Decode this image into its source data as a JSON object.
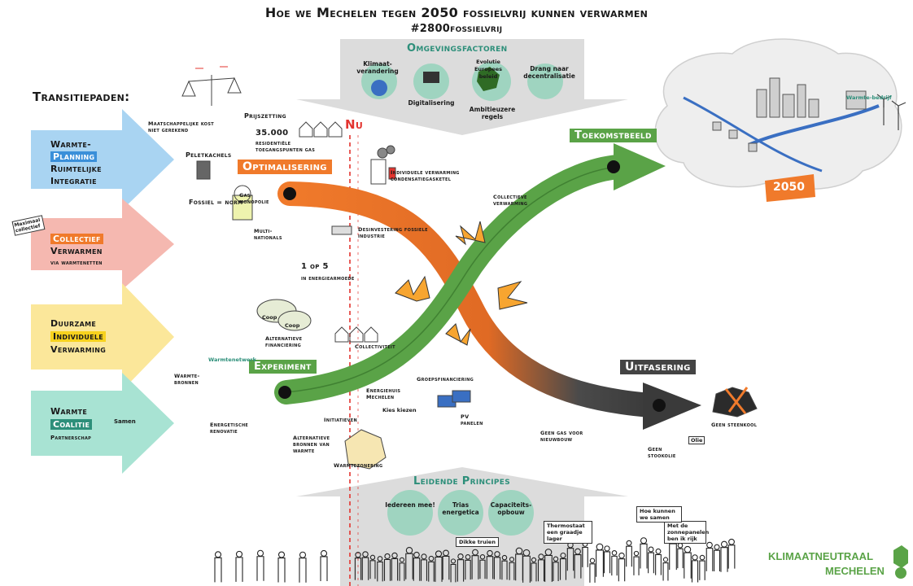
{
  "title": "Hoe we Mechelen tegen 2050 fossielvrij kunnen verwarmen",
  "hashtag": "#2800fossielvrij",
  "transitiepaden": {
    "heading": "Transitiepaden:",
    "paths": [
      {
        "line1": "Warmte-",
        "line2": "Planning",
        "line3": "Ruimtelijke",
        "line4": "Integratie",
        "color": "#a9d4f2"
      },
      {
        "line1": "Collectief",
        "line2": "Verwarmen",
        "line3": "via warmtenetten",
        "color": "#f5b8b0"
      },
      {
        "line1": "Duurzame",
        "line2": "Individuele",
        "line3": "Verwarming",
        "color": "#fbe79a"
      },
      {
        "line1": "Warmte",
        "line2": "Coalitie",
        "line3": "Partnerschap",
        "badge": "Samen",
        "color": "#a8e3d3"
      }
    ],
    "collectief_sign": "Maximaal collectief"
  },
  "omgevingsfactoren": {
    "heading": "Omgevingsfactoren",
    "items": [
      {
        "label": "Klimaat-verandering"
      },
      {
        "label": "Digitalisering"
      },
      {
        "label": "Evolutie Europees beleid",
        "sublabel": "Ambitieuzere regels"
      },
      {
        "label": "Drang naar decentralisatie"
      }
    ]
  },
  "nu_label": "Nu",
  "labels": {
    "optimalisering": "Optimalisering",
    "experiment": "Experiment",
    "toekomstbeeld": "Toekomstbeeld",
    "uitfasering": "Uitfasering",
    "year_2050": "2050",
    "prijszetting": "Prijszetting",
    "maatschappelijke_kost": "Maatschappelijke kost niet gerekend",
    "toegangspunten_number": "35.000",
    "toegangspunten_text": "residentiële toegangspunten gas",
    "peletkachels": "Peletkachels",
    "fossiel_norm": "Fossiel = norm",
    "gas_monopolie": "Gas-monopolie",
    "multinationals": "Multi-nationals",
    "individuele_verwarming": "Individuele verwarming condensatiegasketel",
    "desinvestering": "Desinvestering fossiele industrie",
    "een_op_vijf": "1 op 5",
    "energiearmoede": "in energiearmoede",
    "collectieve_verwarming": "Collectieve verwarming",
    "alternatieve_financiering": "Alternatieve financiering",
    "collectiviteit": "Collectiviteit",
    "warmtenetwerk": "Warmtenetwerk",
    "warmtebronnen": "Warmte-bronnen",
    "energetische_renovatie": "Energetische renovatie",
    "alternatieve_bronnen": "Alternatieve bronnen van warmte",
    "initiatieven": "Initiatieven",
    "warmtezonering": "Warmtezonering",
    "energiehuis": "Energiehuis Mechelen",
    "groepsfinanciering": "Groepsfinanciering",
    "pv_panelen": "PV panelen",
    "geen_gas": "Geen gas voor nieuwbouw",
    "geen_steenkool": "Geen steenkool",
    "geen_stookolie": "Geen stookolie",
    "olie": "Olie",
    "warmtebedrijf": "Warmte-bedrijf",
    "coop1": "Coop",
    "coop2": "Coop",
    "kies_kiezen": "Kies kiezen"
  },
  "leidende_principes": {
    "heading": "Leidende Principes",
    "items": [
      {
        "label": "Iedereen mee!"
      },
      {
        "label": "Trias energetica"
      },
      {
        "label": "Capaciteits-opbouw"
      }
    ],
    "signs": [
      "Dikke truien",
      "Thermostaat een graadje lager",
      "Met de zonnepanelen ben ik rijk",
      "Hoe kunnen we samen"
    ]
  },
  "logo": {
    "line1": "KLIMAATNEUTRAAL",
    "line2": "MECHELEN",
    "color": "#5aa347"
  },
  "colors": {
    "orange": "#f07a2b",
    "green": "#5aa347",
    "dark": "#3a3a3a",
    "grey_arrow": "#d9d9d9",
    "red_line": "#e3342f"
  }
}
